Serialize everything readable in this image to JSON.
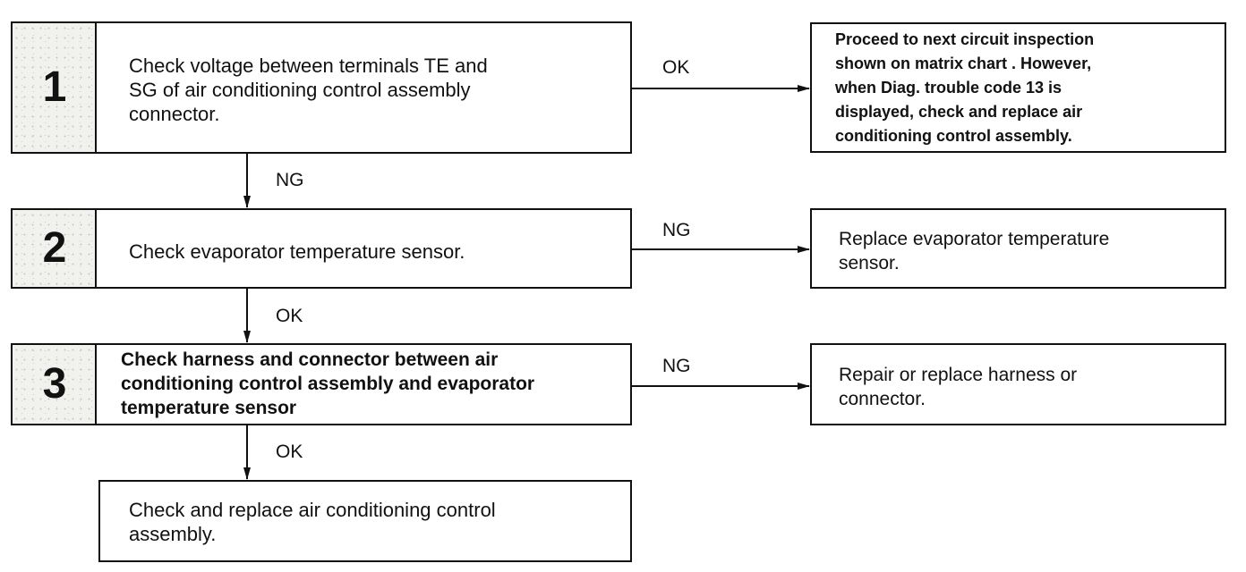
{
  "steps": [
    {
      "number": "1",
      "text": "Check voltage between terminals TE and\nSG of air conditioning control assembly\nconnector."
    },
    {
      "number": "2",
      "text": "Check evaporator temperature sensor."
    },
    {
      "number": "3",
      "text": "Check harness and connector between air\nconditioning control assembly and evaporator\ntemperature sensor"
    }
  ],
  "final": {
    "text": "Check and replace air conditioning control\nassembly."
  },
  "results": [
    {
      "text": "Proceed to next circuit inspection\nshown on matrix chart . However,\nwhen Diag. trouble code 13 is\ndisplayed, check and replace air\nconditioning control assembly."
    },
    {
      "text": "Replace evaporator temperature\nsensor."
    },
    {
      "text": "Repair or replace harness or\nconnector."
    }
  ],
  "labels": {
    "step1_right": "OK",
    "step1_down": "NG",
    "step2_right": "NG",
    "step2_down": "OK",
    "step3_right": "NG",
    "step3_down": "OK"
  }
}
